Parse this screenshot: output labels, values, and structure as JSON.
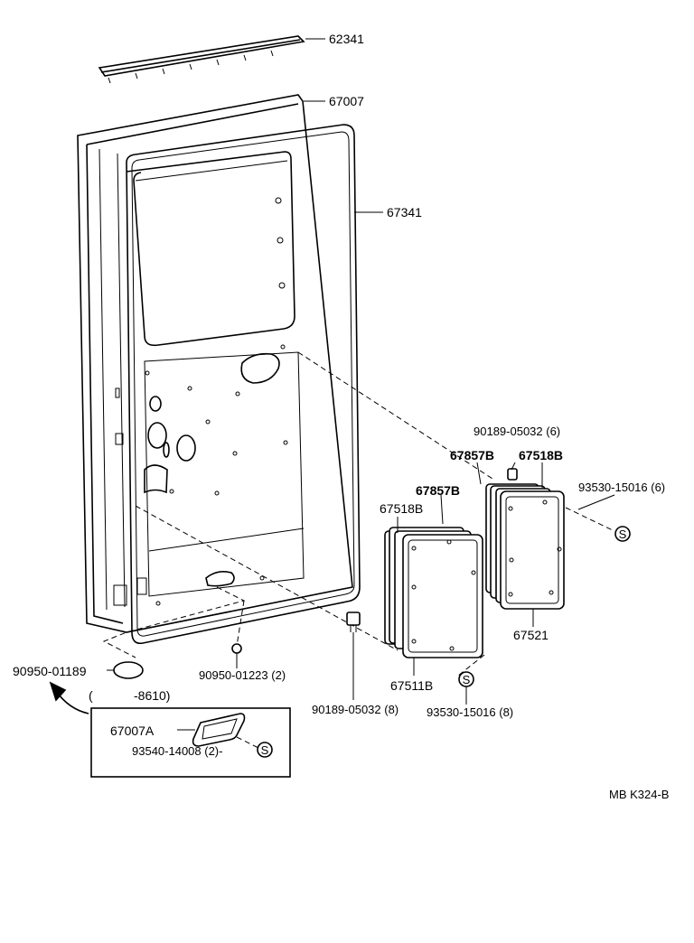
{
  "labels": {
    "p62341": "62341",
    "p67007": "67007",
    "p67341": "67341",
    "p90189_6": "90189-05032 (6)",
    "p67857B_r": "67857B",
    "p67518B_r": "67518B",
    "p93530_6": "93530-15016 (6)",
    "p67857B_l": "67857B",
    "p67518B_l": "67518B",
    "p67521": "67521",
    "p67511B": "67511B",
    "p93530_8": "93530-15016 (8)",
    "p90189_8": "90189-05032 (8)",
    "p90950_01223": "90950-01223 (2)",
    "p90950_01189": "90950-01189",
    "p8610": "-8610)",
    "p8610_open": "(",
    "p67007A": "67007A",
    "p93540": "93540-14008 (2)-",
    "fig_code": "MB K324-B",
    "screw_symbol": "S"
  }
}
